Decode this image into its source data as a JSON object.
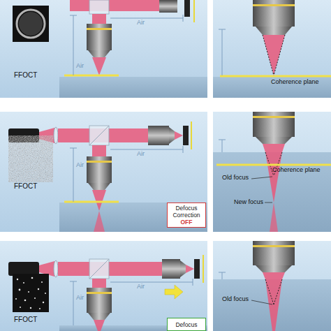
{
  "diagram": {
    "nodes": [
      {
        "text": [
          "Defocus Correction",
          "OFF"
        ]
      },
      {
        "text": [
          "Defocus"
        ]
      }
    ],
    "labels": [
      "Air",
      "Air",
      "FFOCT",
      "Coherence plane",
      "Air",
      "Air",
      "FFOCT",
      "Coherence plane",
      "Old focus",
      "New focus",
      "Air",
      "Air",
      "FFOCT",
      "Old focus"
    ]
  }
}
